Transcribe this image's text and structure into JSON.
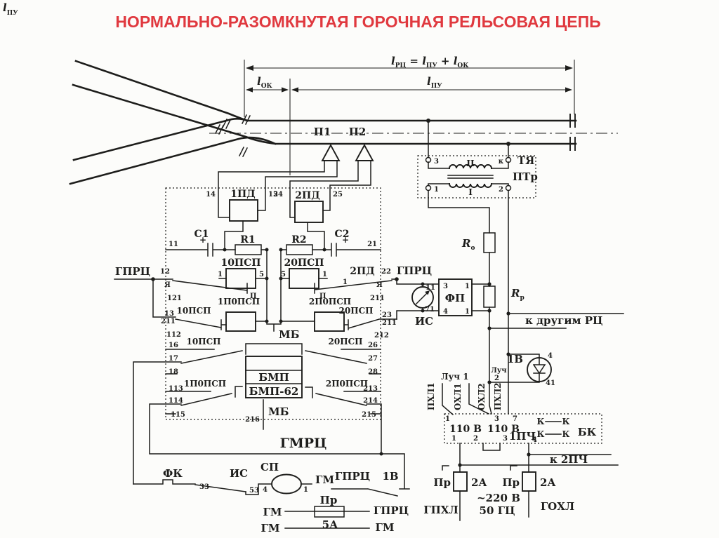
{
  "page": {
    "corner": {
      "main": "l",
      "sub": "ПУ"
    },
    "title": "НОРМАЛЬНО-РАЗОМКНУТАЯ ГОРОЧНАЯ РЕЛЬСОВАЯ ЦЕПЬ"
  },
  "colors": {
    "title": "#e0393f",
    "ink": "#1d1d1b",
    "bg": "#fcfcfa"
  },
  "dimensions": {
    "formula": {
      "l1": "l",
      "s1": "РЦ",
      "eq": " = ",
      "l2": "l",
      "s2": "ПУ",
      "plus": " + ",
      "l3": "l",
      "s3": "ОК"
    },
    "ok": {
      "l": "l",
      "s": "ОК"
    },
    "pu": {
      "l": "l",
      "s": "ПУ"
    }
  },
  "track": {
    "p1": "П1",
    "p2": "П2"
  },
  "ptr": {
    "label": "ПТр",
    "tya": "ТЯ",
    "winding_top": "II",
    "winding_bottom": "I",
    "t_top_left": "3",
    "t_top_right": "к",
    "t_bottom_left": "1",
    "t_bottom_right": "2"
  },
  "feed": {
    "ro": {
      "main": "R",
      "sub": "о"
    },
    "rp": {
      "main": "R",
      "sub": "р"
    },
    "to_other_rc": "к другим РЦ",
    "v1": {
      "label": "1В",
      "t_top": "4",
      "t_bottom": "41"
    },
    "luch2": {
      "label": "Луч",
      "t": "2"
    },
    "luch1": "Луч 1",
    "bus_labels": [
      "ПХЛ1",
      "ОХЛ1",
      "ОХЛ2",
      "ПХЛ2"
    ]
  },
  "pch": {
    "t_top": [
      "1",
      "3",
      "7"
    ],
    "v110_left": "110 В",
    "v110_right": "110 В",
    "label": "1ПЧ",
    "bk": "БК",
    "k": "К",
    "t_bottom": [
      "1",
      "2",
      "3",
      "4"
    ],
    "to_2pch": "к 2ПЧ",
    "fuse": {
      "name": "Пр",
      "rating": "2А"
    },
    "supply_v": "~220 В",
    "supply_hz": "50 ГЦ",
    "gphl": "ГПХЛ",
    "gohl": "ГОХЛ"
  },
  "block": {
    "pd1": "1ПД",
    "pd2": "2ПД",
    "c1": "C1",
    "r1": "R1",
    "r2": "R2",
    "c2": "C2",
    "plus": "+",
    "psp10": "10ПСП",
    "psp20": "20ПСП",
    "popsp1": "1П0ПСП",
    "popsp2": "2П0ПСП",
    "gprc": "ГПРЦ",
    "ya": "Я",
    "p": "П",
    "mb": "МБ",
    "bmp": "БМП",
    "bmp62": "БМП-62",
    "gmrc": "ГМРЦ",
    "coil_t": {
      "l1": "1",
      "l5": "5"
    },
    "t": {
      "t14": "14",
      "t15": "15",
      "t24": "24",
      "t25": "25",
      "t11": "11",
      "t12": "12",
      "t121": "121",
      "t13": "13",
      "t211": "211",
      "t112": "112",
      "t16": "16",
      "t17": "17",
      "t18": "18",
      "t113": "113",
      "t114": "114",
      "t115": "115",
      "t21": "21",
      "t22": "22",
      "t23": "23",
      "t212": "212",
      "t26": "26",
      "t27": "27",
      "t28": "28",
      "t213": "213",
      "t214": "214",
      "t215": "215",
      "t216": "216",
      "t1": "1"
    }
  },
  "meter": {
    "is": "ИС",
    "t11": "11",
    "t71": "71",
    "fp": "ФП",
    "fp_t": {
      "tl": "3",
      "tr": "1",
      "bl": "4",
      "br": "1"
    }
  },
  "bottom": {
    "fk": "ФК",
    "t33": "33",
    "is": "ИС",
    "t53": "53",
    "sp": "СП",
    "sp_l": "4",
    "sp_r": "1",
    "gm": "ГМ",
    "gprc": "ГПРЦ",
    "v1": "1В",
    "fuse": {
      "name": "Пр",
      "rating": "5А"
    }
  }
}
